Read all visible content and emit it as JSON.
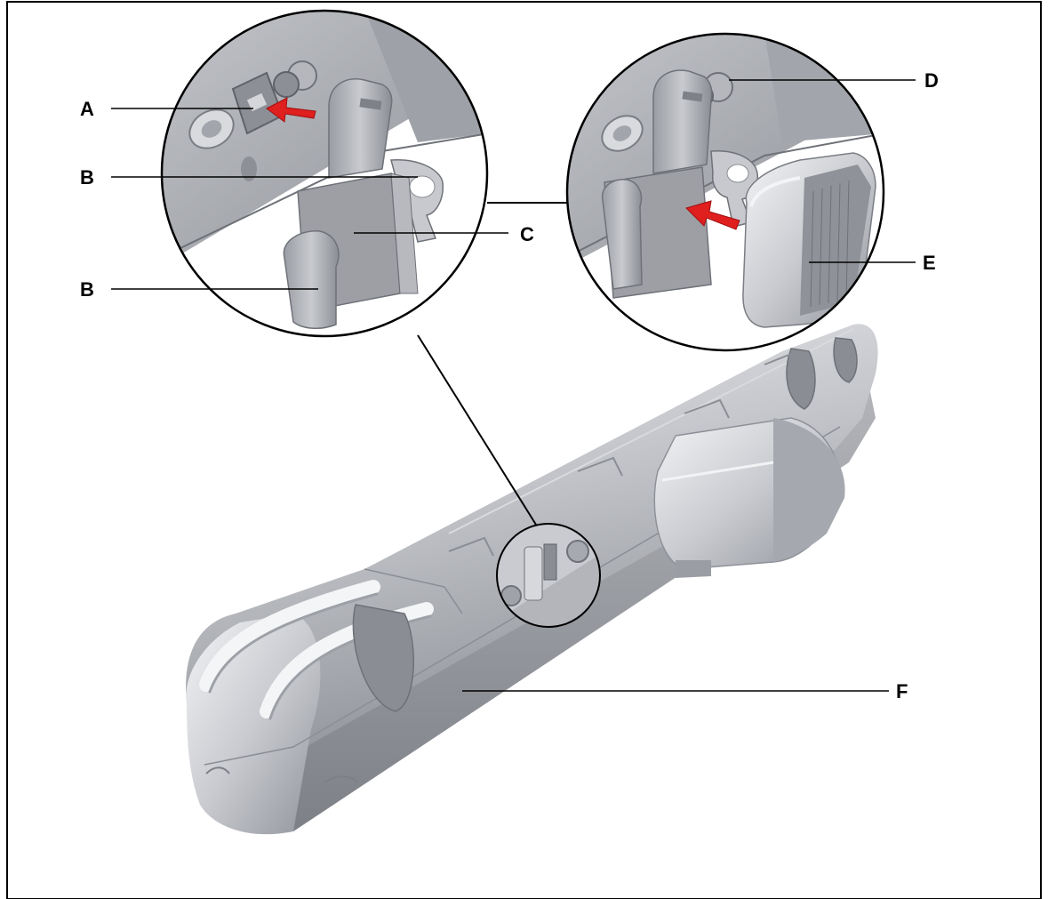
{
  "callouts": {
    "a": "A",
    "b_upper": "B",
    "b_lower": "B",
    "c": "C",
    "d": "D",
    "e": "E",
    "f": "F"
  },
  "colors": {
    "frame": "#000000",
    "background": "#ffffff",
    "metal_light": "#e2e3e6",
    "metal_mid": "#b6b8bd",
    "metal_dark": "#7e8187",
    "arrow": "#e01f1f"
  },
  "icons": {
    "arrow_a": "arrow-left-icon",
    "arrow_e": "arrow-left-icon"
  }
}
